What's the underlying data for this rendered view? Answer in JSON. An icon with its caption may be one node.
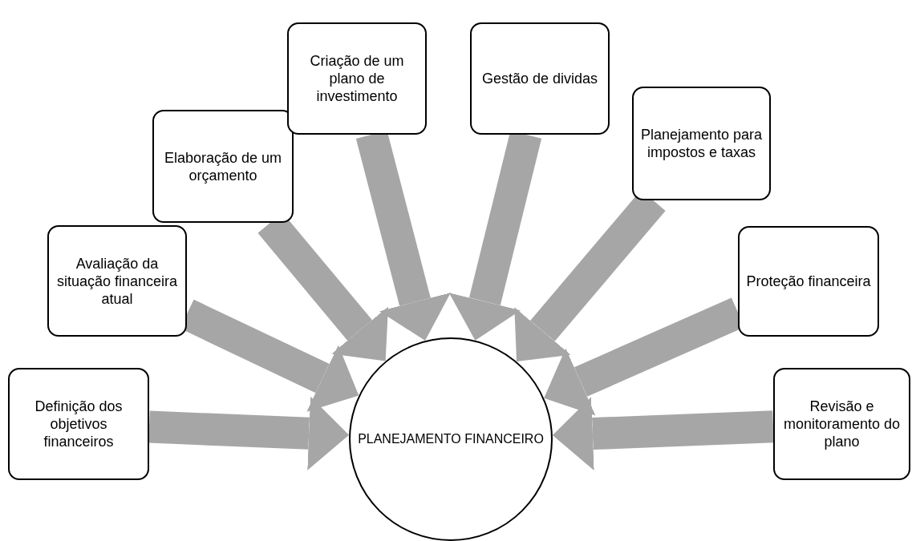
{
  "diagram": {
    "nodes": [
      {
        "text": [
          "Definição dos objetivos financeiros"
        ]
      },
      {
        "text": [
          "Avaliação da situação financeira atual"
        ]
      },
      {
        "text": [
          "Elaboração de um orçamento"
        ]
      },
      {
        "text": [
          "Criação de um plano de investimento"
        ]
      },
      {
        "text": [
          "Gestão de dividas"
        ]
      },
      {
        "text": [
          "Planejamento para impostos e taxas"
        ]
      },
      {
        "text": [
          "Proteção financeira"
        ]
      },
      {
        "text": [
          "Revisão e monitoramento do plano"
        ]
      },
      {
        "text": [
          "PLANEJAMENTO FINANCEIRO"
        ]
      }
    ],
    "edges": [
      {
        "from": 0,
        "to": 8,
        "arrow": "to"
      },
      {
        "from": 1,
        "to": 8,
        "arrow": "to"
      },
      {
        "from": 2,
        "to": 8,
        "arrow": "to"
      },
      {
        "from": 3,
        "to": 8,
        "arrow": "to"
      },
      {
        "from": 4,
        "to": 8,
        "arrow": "to"
      },
      {
        "from": 5,
        "to": 8,
        "arrow": "to"
      },
      {
        "from": 6,
        "to": 8,
        "arrow": "to"
      },
      {
        "from": 7,
        "to": 8,
        "arrow": "to"
      }
    ]
  }
}
